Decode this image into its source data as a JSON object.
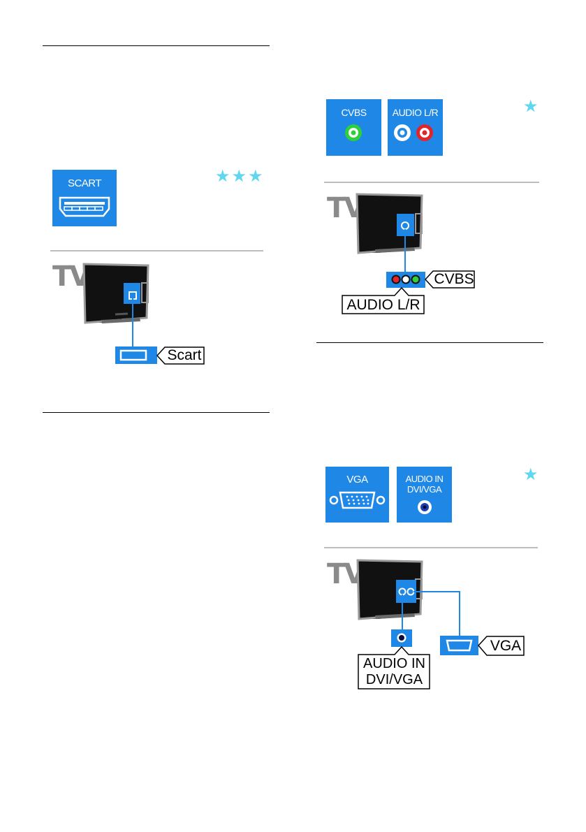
{
  "scart": {
    "panel_label": "SCART",
    "stars": "★★★",
    "tv_label": "TV",
    "callout": "Scart"
  },
  "cvbs": {
    "panel1_label": "CVBS",
    "panel2_label": "AUDIO L/R",
    "stars": "★",
    "tv_label": "TV",
    "callout_video": "CVBS",
    "callout_audio": "AUDIO L/R"
  },
  "vga": {
    "panel1_label": "VGA",
    "panel2_label_line1": "AUDIO IN",
    "panel2_label_line2": "DVI/VGA",
    "stars": "★",
    "tv_label": "TV",
    "callout_audio_line1": "AUDIO IN",
    "callout_audio_line2": "DVI/VGA",
    "callout_vga": "VGA"
  },
  "colors": {
    "panel_blue": "#1f87e6",
    "star_cyan": "#5fd7ef",
    "green_jack": "#2fd13b",
    "red_jack": "#e1252a",
    "tv_grey": "#8a8a8a"
  }
}
